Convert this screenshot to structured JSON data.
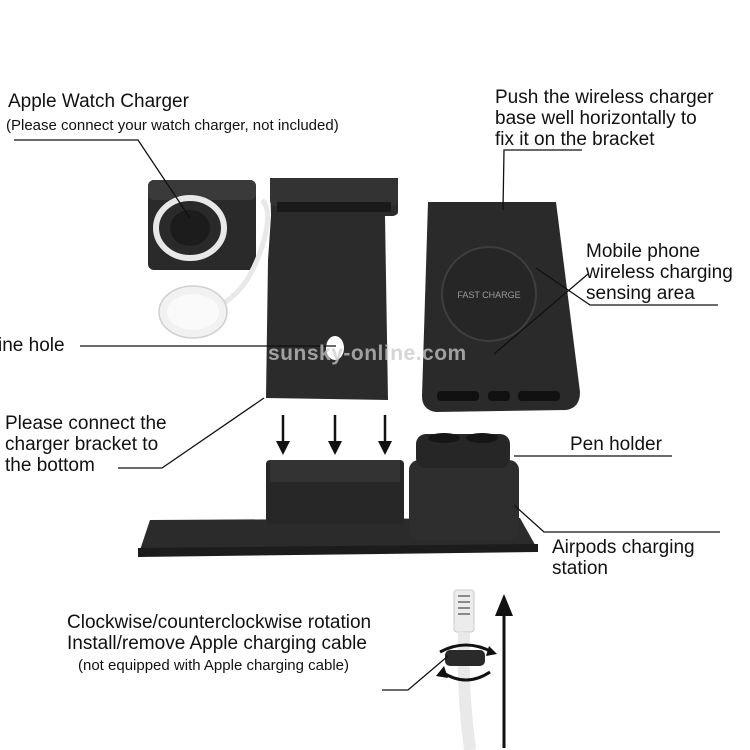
{
  "callouts": {
    "watch_title": "Apple Watch Charger",
    "watch_note": "(Please connect your watch charger, not included)",
    "push_line1": "Push the wireless charger",
    "push_line2": "base well horizontally to",
    "push_line3": "fix it on the bracket",
    "mobile_line1": "Mobile phone",
    "mobile_line2": "wireless charging",
    "mobile_line3": "sensing area",
    "line_hole": "ine hole",
    "connect_line1": "Please connect the",
    "connect_line2": "charger bracket to",
    "connect_line3": "the bottom",
    "pen_holder": "Pen holder",
    "airpods_line1": "Airpods charging",
    "airpods_line2": "station",
    "rotation_line1": "Clockwise/counterclockwise rotation",
    "rotation_line2": "Install/remove Apple charging cable",
    "rotation_note": "(not equipped with Apple charging cable)"
  },
  "device": {
    "pad_text": "FAST CHARGE"
  },
  "watermark": "sunsky-online.com",
  "colors": {
    "product": "#2a2a2a",
    "product_dark": "#141414",
    "cable": "#f2f2f2"
  }
}
